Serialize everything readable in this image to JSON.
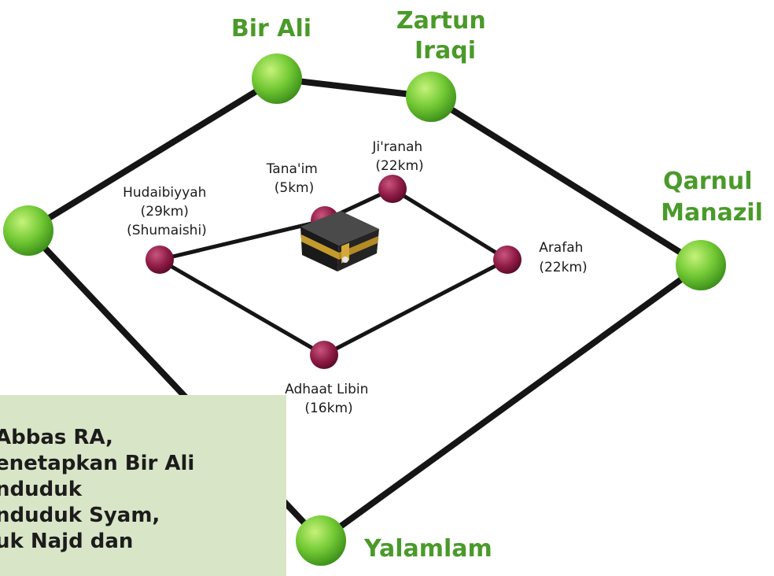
{
  "outer_miqat": [
    {
      "id": "bir-ali",
      "label_lines": [
        "Bir Ali"
      ]
    },
    {
      "id": "zartun-iraqi",
      "label_lines": [
        "Zartun",
        "Iraqi"
      ]
    },
    {
      "id": "qarnul-manazil",
      "label_lines": [
        "Qarnul",
        "Manazil"
      ]
    },
    {
      "id": "yalamlam",
      "label_lines": [
        "Yalamlam"
      ]
    },
    {
      "id": "west-node",
      "label_lines": []
    }
  ],
  "inner_points": [
    {
      "id": "hudaibiyyah",
      "label_lines": [
        "Hudaibiyyah",
        "(29km)",
        "(Shumaishi)"
      ]
    },
    {
      "id": "tanaim",
      "label_lines": [
        "Tana'im",
        "(5km)"
      ]
    },
    {
      "id": "jiranah",
      "label_lines": [
        "Ji'ranah",
        "(22km)"
      ]
    },
    {
      "id": "arafah",
      "label_lines": [
        "Arafah",
        "(22km)"
      ]
    },
    {
      "id": "adhaat-libin",
      "label_lines": [
        "Adhaat Libin",
        "(16km)"
      ]
    }
  ],
  "center": {
    "icon": "kaaba-icon"
  },
  "note": {
    "lines": [
      "Abbas RA,",
      "enetapkan Bir Ali",
      "nduduk",
      "nduduk Syam,",
      "uk Najd dan"
    ]
  },
  "colors": {
    "outer_node": "#6cc832",
    "inner_node": "#8e1b46",
    "edge": "#151515",
    "outer_label": "#4a9a2a",
    "note_bg": "#d9e5c7"
  }
}
